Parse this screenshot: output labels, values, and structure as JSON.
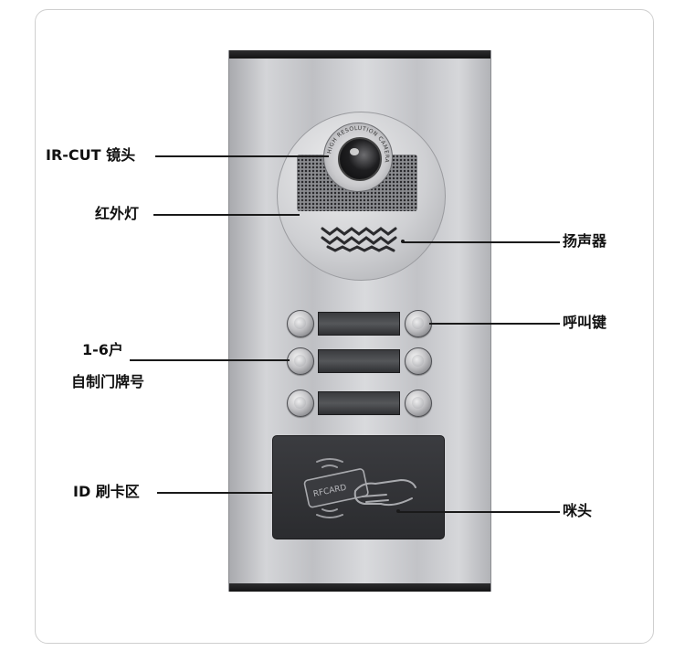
{
  "labels": {
    "ir_cut": "IR-CUT 镜头",
    "ir_light": "红外灯",
    "speaker": "扬声器",
    "call_key": "呼叫键",
    "nameplate_line1": "1-6户",
    "nameplate_line2": "自制门牌号",
    "id_card": "ID 刷卡区",
    "mic": "咪头"
  },
  "camera": {
    "lens_ring_text": "HIGH RESOLUTION CAMERA"
  },
  "card_reader": {
    "card_text": "RFCARD"
  },
  "call_buttons": {
    "rows": 3,
    "per_row": 2
  },
  "colors": {
    "panel_silver": "#c6c7cb",
    "card_reader": "#2f3033",
    "label_text": "#111111"
  }
}
